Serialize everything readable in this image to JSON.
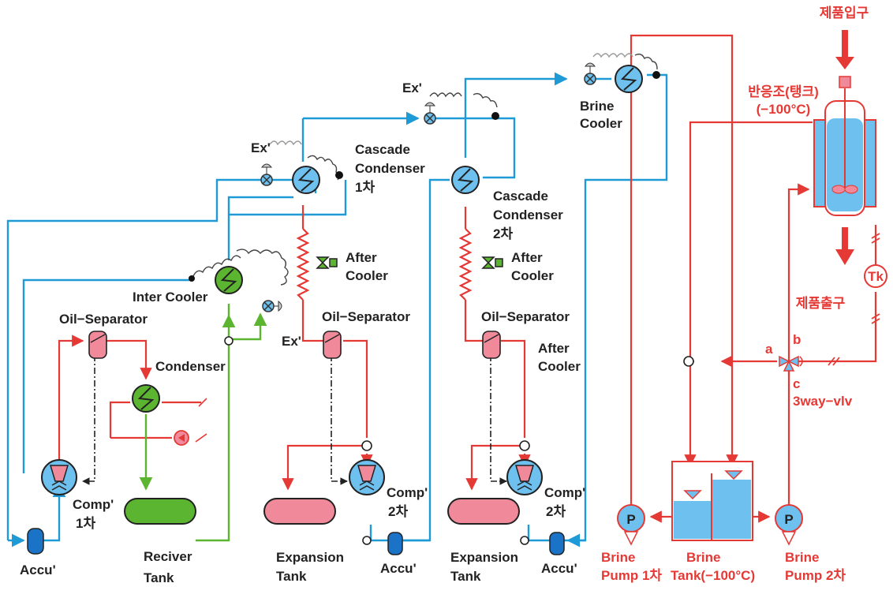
{
  "labels": {
    "product_inlet": "제품입구",
    "reactor_line1": "반응조(탱크)",
    "reactor_line2": "(−100°C)",
    "product_outlet": "제품출구",
    "tk": "Tk",
    "brine_cooler_1": "Brine",
    "brine_cooler_2": "Cooler",
    "ex_a": "Ex'",
    "ex_b": "Ex'",
    "ex_c": "Ex'",
    "cascade1_1": "Cascade",
    "cascade1_2": "Condenser",
    "cascade1_3": "1차",
    "cascade2_1": "Cascade",
    "cascade2_2": "Condenser",
    "cascade2_3": "2차",
    "after_cooler_a1": "After",
    "after_cooler_a2": "Cooler",
    "after_cooler_b1": "After",
    "after_cooler_b2": "Cooler",
    "after_cooler_c1": "After",
    "after_cooler_c2": "Cooler",
    "inter_cooler": "Inter Cooler",
    "oil_sep_a": "Oil−Separator",
    "oil_sep_b": "Oil−Separator",
    "oil_sep_c": "Oil−Separator",
    "condenser": "Condenser",
    "comp_a1": "Comp'",
    "comp_a2": "1차",
    "comp_b1": "Comp'",
    "comp_b2": "2차",
    "comp_c1": "Comp'",
    "comp_c2": "2차",
    "accu_a": "Accu'",
    "accu_b": "Accu'",
    "accu_c": "Accu'",
    "receiver_1": "Reciver",
    "receiver_2": "Tank",
    "expansion_a1": "Expansion",
    "expansion_a2": "Tank",
    "expansion_b1": "Expansion",
    "expansion_b2": "Tank",
    "valve_a": "a",
    "valve_b": "b",
    "valve_c": "c",
    "three_way": "3way−vlv",
    "brine_pump1_1": "Brine",
    "brine_pump1_2": "Pump 1차",
    "brine_tank_1": "Brine",
    "brine_tank_2": "Tank(−100°C)",
    "brine_pump2_1": "Brine",
    "brine_pump2_2": "Pump 2차",
    "pump_letter_1": "P",
    "pump_letter_2": "P"
  },
  "colors": {
    "blue_line": "#1e9ad6",
    "red_line": "#e53935",
    "green_line": "#5cb531",
    "green_fill": "#5cb531",
    "blue_fill": "#6ec1ef",
    "pink_fill": "#f08a9a",
    "accu_fill": "#1a73c6"
  }
}
